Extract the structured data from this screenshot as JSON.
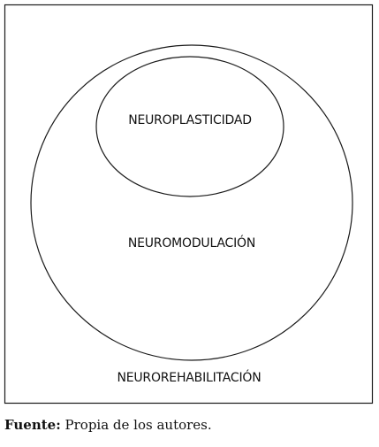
{
  "diagram": {
    "outer_label": "NEUROREHABILITACIÓN",
    "middle_label": "NEUROMODULACIÓN",
    "inner_label": "NEUROPLASTICIDAD"
  },
  "caption": {
    "prefix": "Fuente:",
    "text": "Propia de los autores."
  },
  "colors": {
    "stroke": "#1a1a1a",
    "text": "#111111",
    "background": "#ffffff"
  }
}
